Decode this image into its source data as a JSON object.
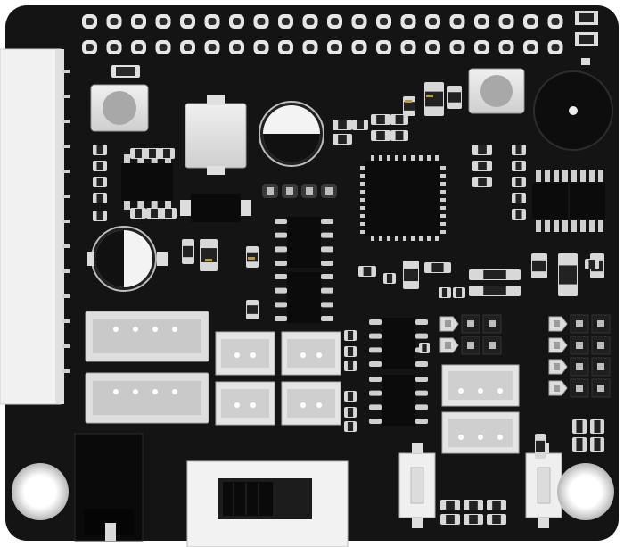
{
  "board": {
    "pcb_color": "#161616",
    "silk_color": "#e6e6e6",
    "copper_color": "#cfcfcf",
    "ic_color": "#0d0d0d",
    "component_body_color": "#bcbcbc",
    "component_label": ""
  },
  "components": {
    "header_top": "gpio-header-2x26",
    "buttons": [
      "push-button-left",
      "push-button-right"
    ],
    "buzzer": "buzzer",
    "battery": [
      "coin-cell-top",
      "coin-cell-left"
    ],
    "connectors": [
      "jst-4pin-upper",
      "jst-4pin-lower",
      "jst-2pin-grid",
      "jst-3pin-right"
    ],
    "power_jack": "barrel-jack",
    "switch": "slide-switch",
    "mount_holes": [
      "mount-hole-bottom-left",
      "mount-hole-bottom-right"
    ]
  }
}
